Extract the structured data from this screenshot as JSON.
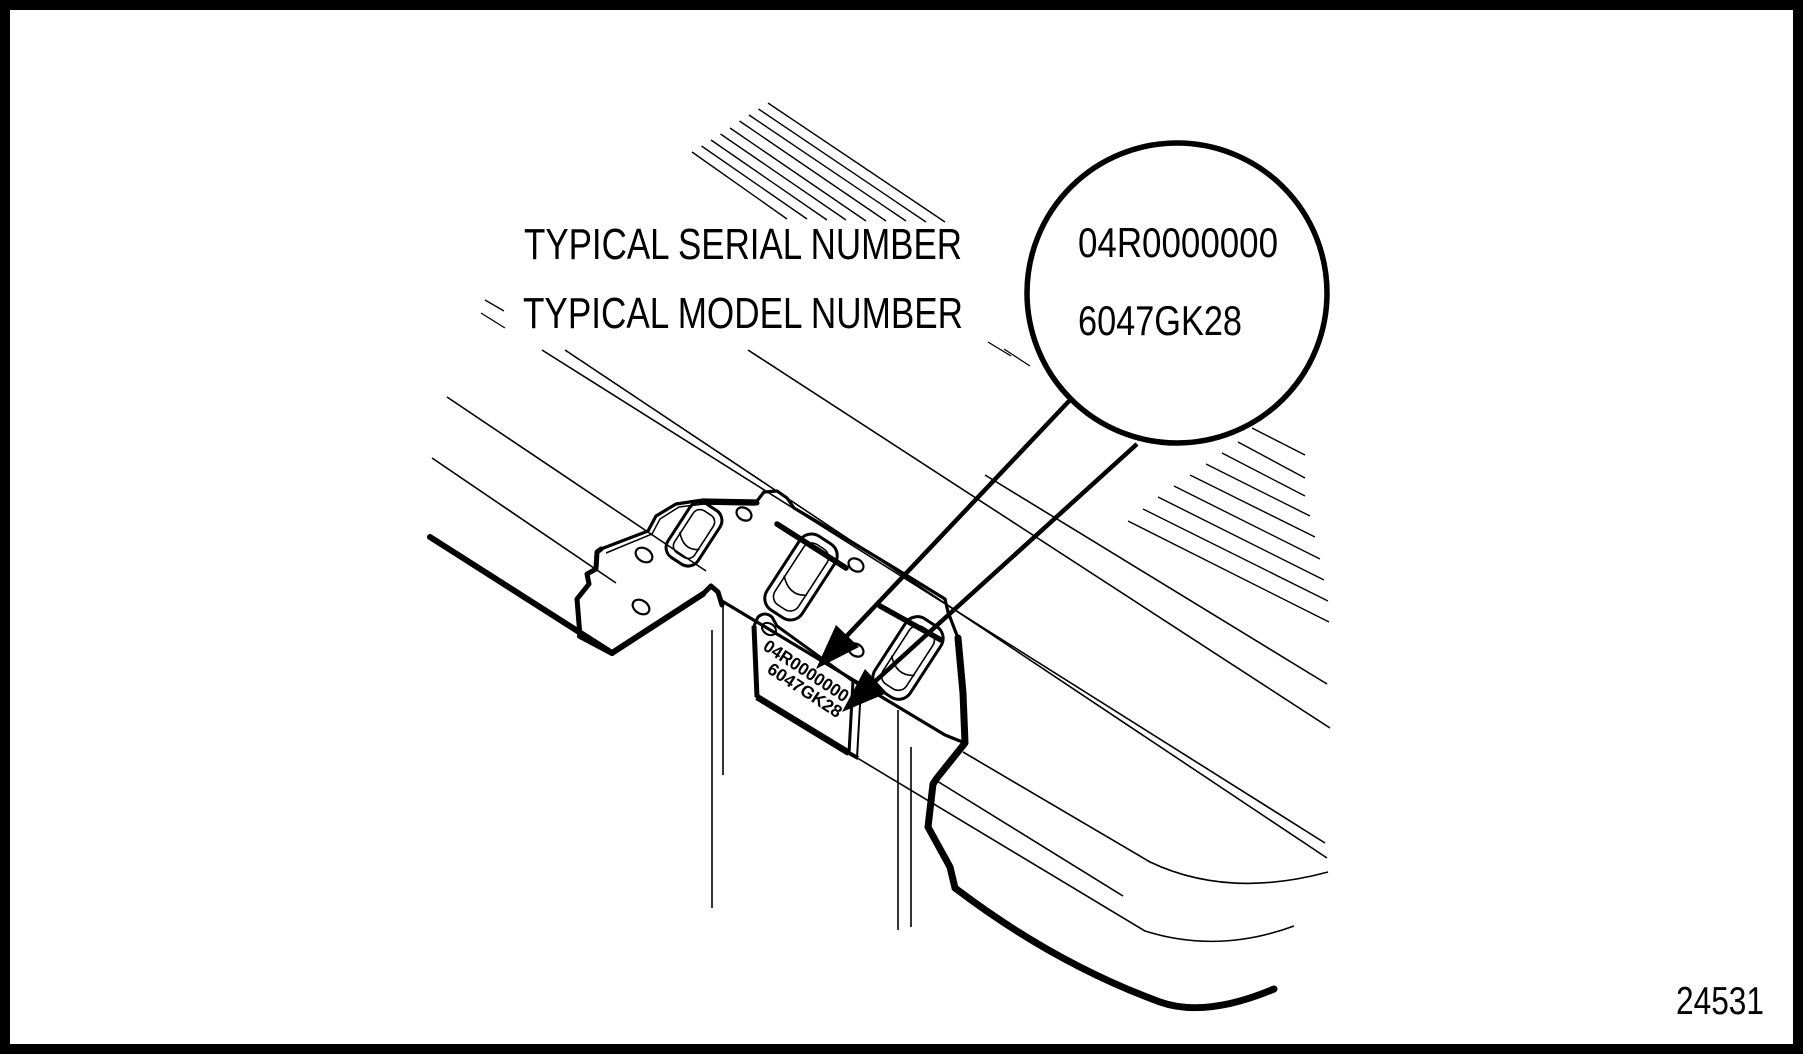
{
  "figure": {
    "type": "technical-illustration",
    "caption_labels": {
      "serial_label": "TYPICAL SERIAL NUMBER",
      "model_label": "TYPICAL MODEL NUMBER"
    },
    "callout": {
      "serial_number": "04R0000000",
      "model_number": "6047GK28"
    },
    "id_plate": {
      "serial_number": "04R0000000",
      "model_number": "6047GK28"
    },
    "figure_number": "24531",
    "colors": {
      "ink": "#000000",
      "paper": "#ffffff"
    }
  }
}
